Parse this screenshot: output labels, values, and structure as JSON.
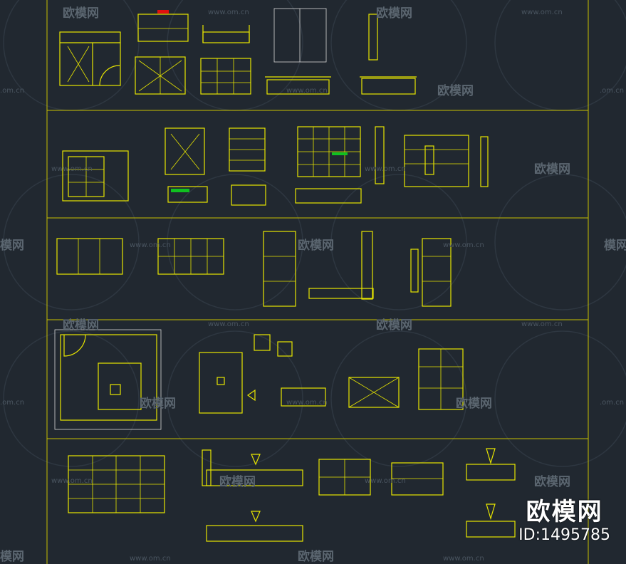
{
  "brand": {
    "name": "欧模网",
    "id_text": "ID:1495785"
  },
  "watermark": {
    "logo_text": "欧模网",
    "url_text": "www.om.cn",
    "url_short": ".om.cn",
    "logo_partial": "模网"
  },
  "colors": {
    "background": "#212830",
    "drawing": "#e8e600",
    "accent_red": "#e01010",
    "accent_green": "#10c020"
  }
}
